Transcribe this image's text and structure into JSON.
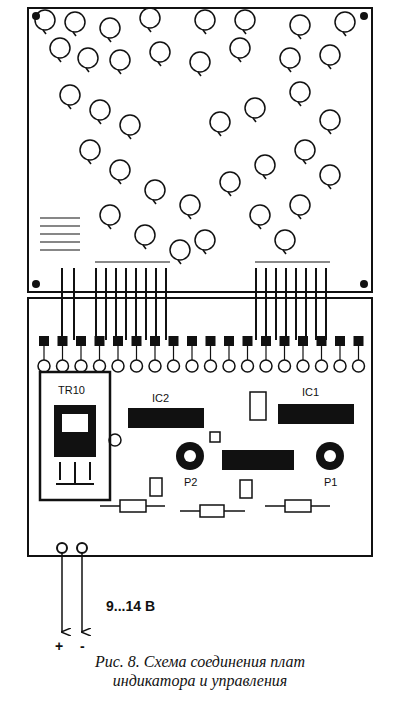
{
  "diagram": {
    "caption": "Рис. 8. Схема соединения плат индикатора и управления",
    "labels": [
      "TR10",
      "IC1",
      "IC2",
      "P1",
      "P2",
      "9...14 В",
      "+",
      "-"
    ]
  }
}
